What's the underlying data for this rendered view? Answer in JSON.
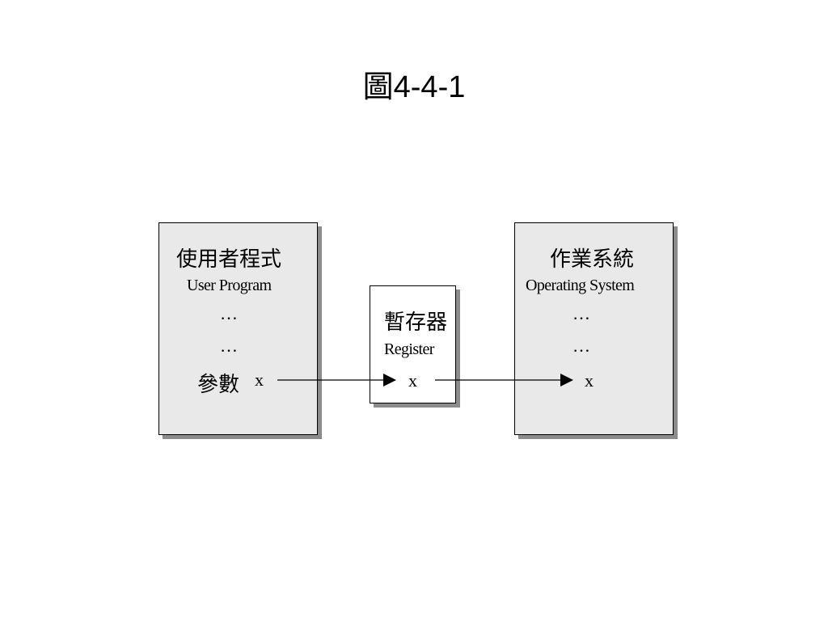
{
  "title": "圖4-4-1",
  "user_program": {
    "title_zh": "使用者程式",
    "title_en": "User Program",
    "dots1": "…",
    "dots2": "…",
    "param_label": "參數",
    "var": "x"
  },
  "register": {
    "title_zh": "暫存器",
    "title_en": "Register",
    "var": "x"
  },
  "operating_system": {
    "title_zh": "作業系統",
    "title_en": "Operating System",
    "dots1": "…",
    "dots2": "…",
    "var": "x"
  }
}
